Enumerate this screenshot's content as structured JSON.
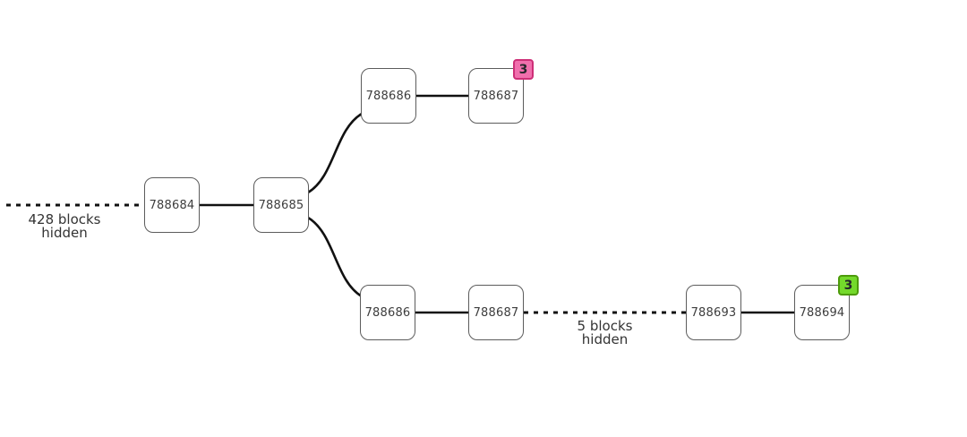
{
  "diagram": {
    "type": "blockchain-fork-graph",
    "background": "#ffffff",
    "colors": {
      "edge": "#111111",
      "block_border": "#5c5c5c",
      "block_fill": "#ffffff",
      "text": "#3d3d3d"
    },
    "blocks": {
      "b788684": {
        "label": "788684"
      },
      "b788685": {
        "label": "788685"
      },
      "top_b788686": {
        "label": "788686"
      },
      "top_b788687": {
        "label": "788687"
      },
      "bottom_b788686": {
        "label": "788686"
      },
      "bottom_b788687": {
        "label": "788687"
      },
      "b788693": {
        "label": "788693"
      },
      "b788694": {
        "label": "788694"
      }
    },
    "badges": {
      "top_branch_tip": {
        "value": "3",
        "fill": "#f06fad",
        "border": "#cd2f77"
      },
      "bottom_branch_tip": {
        "value": "3",
        "fill": "#74d92b",
        "border": "#4d9b0b"
      }
    },
    "hidden_labels": {
      "left": {
        "line1": "428 blocks",
        "line2": "hidden"
      },
      "middle": {
        "line1": "5 blocks",
        "line2": "hidden"
      }
    }
  }
}
